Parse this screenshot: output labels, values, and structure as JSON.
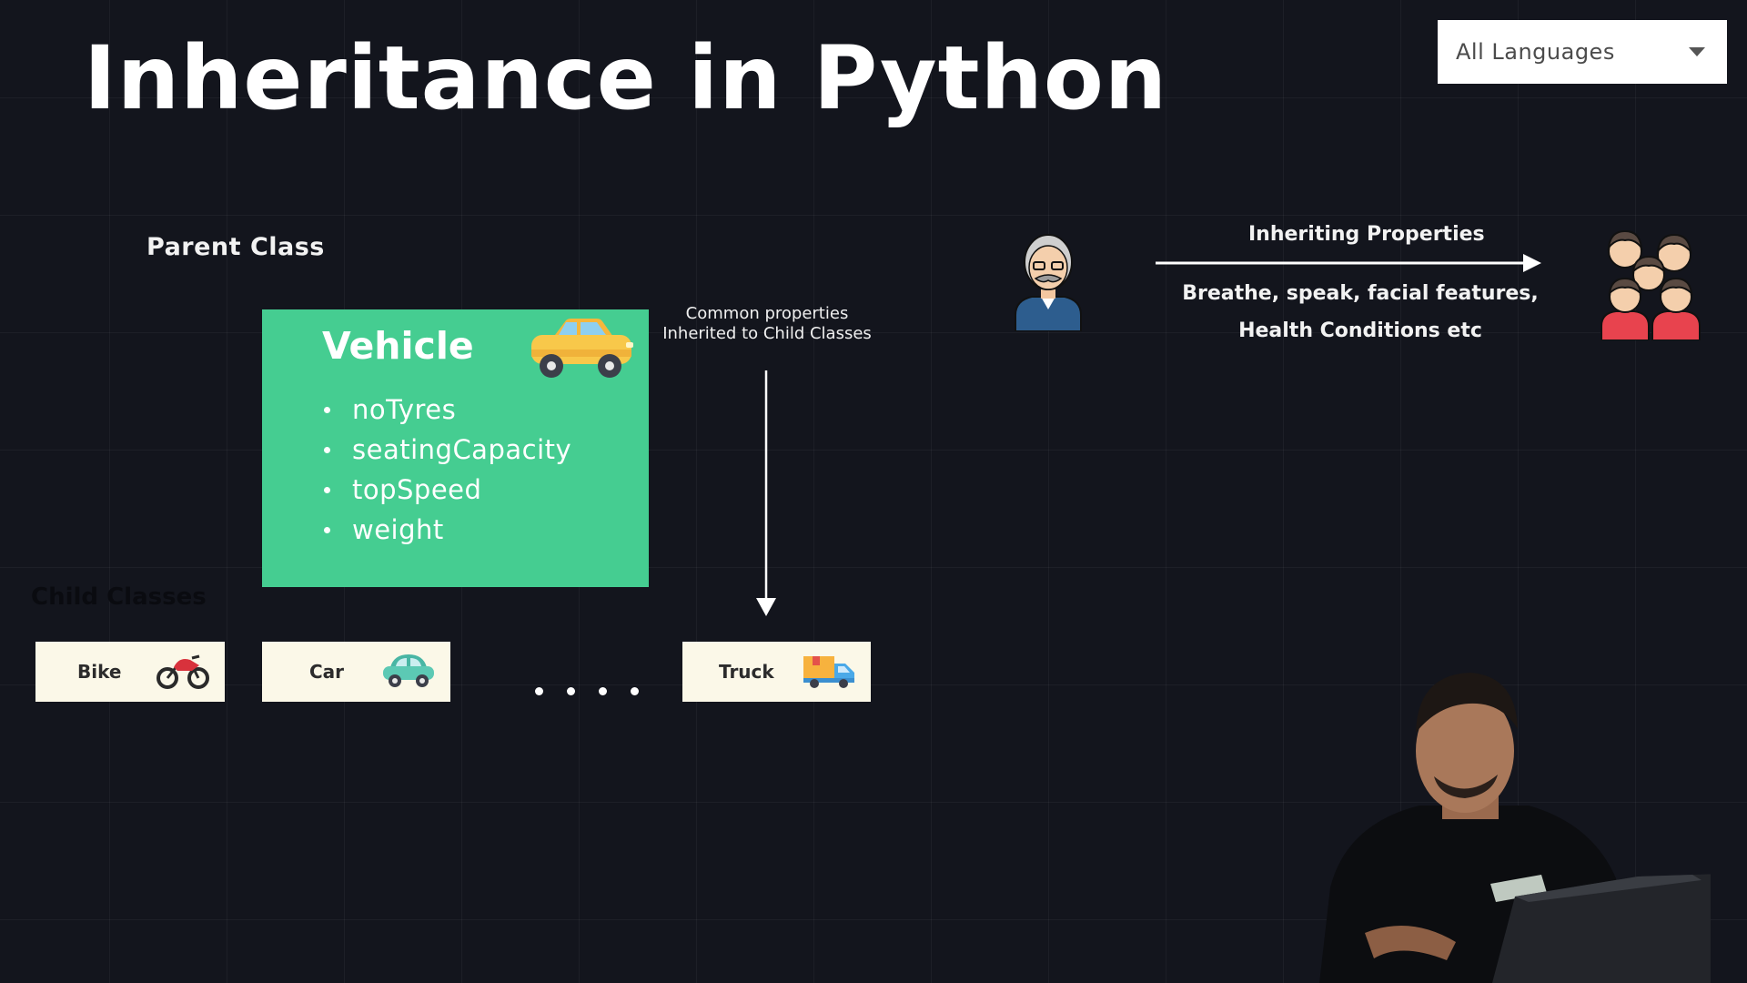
{
  "slide": {
    "title": "Inheritance in Python"
  },
  "language_selector": {
    "selected": "All Languages",
    "icon": "chevron-down-icon"
  },
  "parent_section": {
    "label": "Parent Class",
    "card": {
      "title": "Vehicle",
      "icon": "car-icon",
      "color": "#45cd91",
      "properties": [
        "noTyres",
        "seatingCapacity",
        "topSpeed",
        "weight"
      ]
    }
  },
  "common_note": {
    "line1": "Common properties",
    "line2": "Inherited to Child Classes"
  },
  "child_section": {
    "label": "Child Classes",
    "classes": [
      {
        "name": "Bike",
        "icon": "motorcycle-icon"
      },
      {
        "name": "Car",
        "icon": "car-icon"
      },
      {
        "name": "Truck",
        "icon": "delivery-truck-icon"
      }
    ]
  },
  "analogy": {
    "parent_icon": "grandfather-icon",
    "children_icon": "family-icon",
    "title": "Inheriting Properties",
    "desc_line1": "Breathe, speak, facial features,",
    "desc_line2": "Health Conditions etc"
  },
  "colors": {
    "background": "#13151d",
    "card_green": "#45cd91",
    "child_box": "#fbf8e8",
    "dropdown_bg": "#ffffff"
  }
}
